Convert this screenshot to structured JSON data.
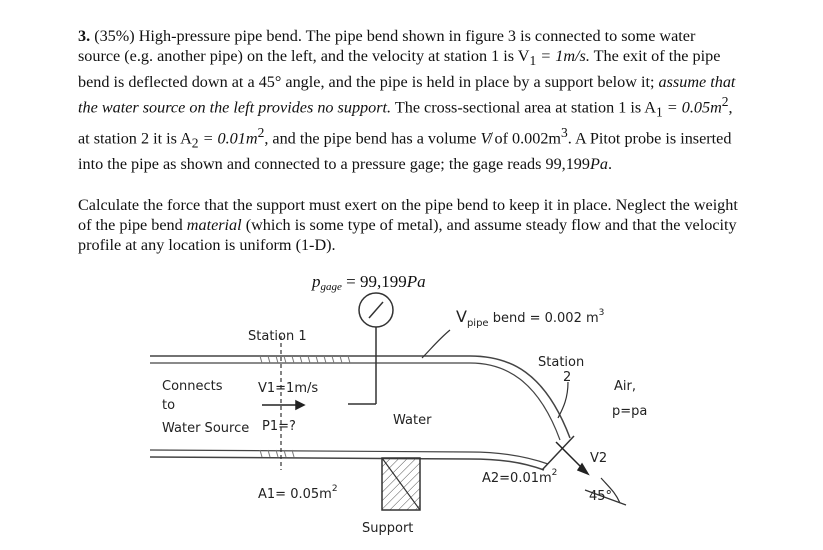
{
  "problem": {
    "number": "3.",
    "weight": "(35%)",
    "title": "High-pressure pipe bend.",
    "p1_a": "The pipe bend shown in figure 3 is connected to some water source (e.g. another pipe) on the left, and the velocity at station 1 is V",
    "p1_v1_sub": "1",
    "p1_v1_val": " = 1m/s.",
    "p1_b": " The exit of the pipe bend is deflected down at a 45° angle, and the pipe is held in place by a support below it; ",
    "p1_italic": "assume that the water source on the left provides no support.",
    "p1_c": " The cross-sectional area at station 1 is A",
    "p1_a1_sub": "1",
    "p1_a1_val": " = 0.05m",
    "p1_d": ", at station 2 it is A",
    "p1_a2_sub": "2",
    "p1_a2_val": " = 0.01m",
    "p1_e": ", and the pipe bend has a volume ",
    "p1_vol_val": " of 0.002m",
    "p1_f": ". A Pitot probe is inserted into the pipe as shown and connected to a pressure gage; the gage reads 99,199",
    "p1_pa": "Pa",
    "p1_end": ".",
    "p2_a": "Calculate the force that the support must exert on the pipe bend to keep it in place. Neglect the weight of the pipe bend ",
    "p2_italic": "material",
    "p2_b": " (which is some type of metal), and assume steady flow and that the velocity profile at any location is uniform (1-D)."
  },
  "figure": {
    "gage_label_p": "p",
    "gage_label_sub": "gage",
    "gage_label_val": " = 99,199",
    "gage_label_unit": "Pa",
    "volume_note_sym": "V",
    "volume_note_sub": "pipe",
    "volume_note_rest": " bend = 0.002 m",
    "volume_note_exp": "3",
    "station1": "Station 1",
    "station2_a": "Station",
    "station2_b": "2",
    "connects_a": "Connects",
    "connects_b": "to",
    "connects_c": "Water Source",
    "v1": "V1=1m/s",
    "p1": "P1=?",
    "water": "Water",
    "a1": "A1= 0.05m",
    "a1_exp": "2",
    "a2": "A2=0.01m",
    "a2_exp": "2",
    "v2": "V2",
    "angle": "45°",
    "air_a": "Air,",
    "air_b": "p=pa",
    "support": "Support"
  }
}
